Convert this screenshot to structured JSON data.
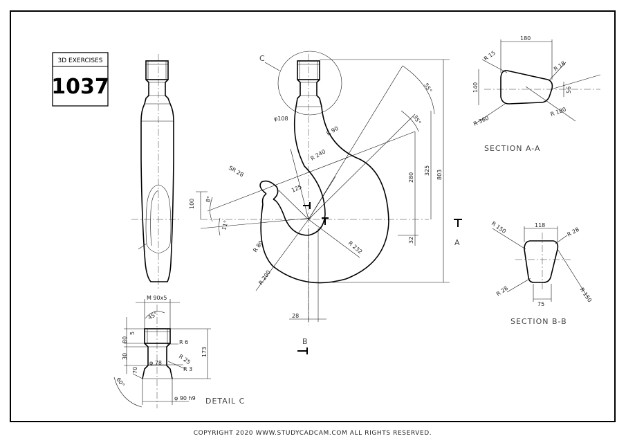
{
  "title_box": {
    "label": "3D EXERCISES",
    "number": "1037"
  },
  "copyright": "COPYRIGHT  2020 WWW.STUDYCADCAM.COM ALL RIGHTS RESERVED.",
  "views": {
    "detail_c": {
      "title": "DETAIL C",
      "callout": "C"
    },
    "section_aa": {
      "title": "SECTION A-A",
      "cut_label": "A"
    },
    "section_bb": {
      "title": "SECTION B-B",
      "cut_label": "B"
    }
  },
  "dimensions": {
    "main": {
      "d108": "φ108",
      "r90": "R 90",
      "r240": "R 240",
      "sr28": "SR 28",
      "d125": "125",
      "d100": "100",
      "a8": "8°",
      "a11": "11°",
      "r80": "R 80",
      "r200": "R 200",
      "r232": "R 232",
      "d28": "28",
      "d280": "280",
      "d325": "325",
      "d803": "803",
      "d32": "32",
      "a55": "55°",
      "a35": "35°"
    },
    "detail_c": {
      "thread": "M 90x5",
      "a45": "45°",
      "d5": "5",
      "d80": "80",
      "d30": "30",
      "d70": "70",
      "r6": "R 6",
      "r25": "R 25",
      "d78": "φ 78",
      "r3": "R 3",
      "d173": "173",
      "a60": "60°",
      "d90h9": "φ 90 h9"
    },
    "section_aa": {
      "d180": "180",
      "r15": "R 15",
      "r18": "R 18",
      "d140": "140",
      "d56": "56",
      "r360": "R 360",
      "r180": "R 180"
    },
    "section_bb": {
      "d118": "118",
      "r150a": "R 150",
      "r28a": "R 28",
      "r28b": "R 28",
      "d75": "75",
      "r150b": "R 150"
    }
  }
}
